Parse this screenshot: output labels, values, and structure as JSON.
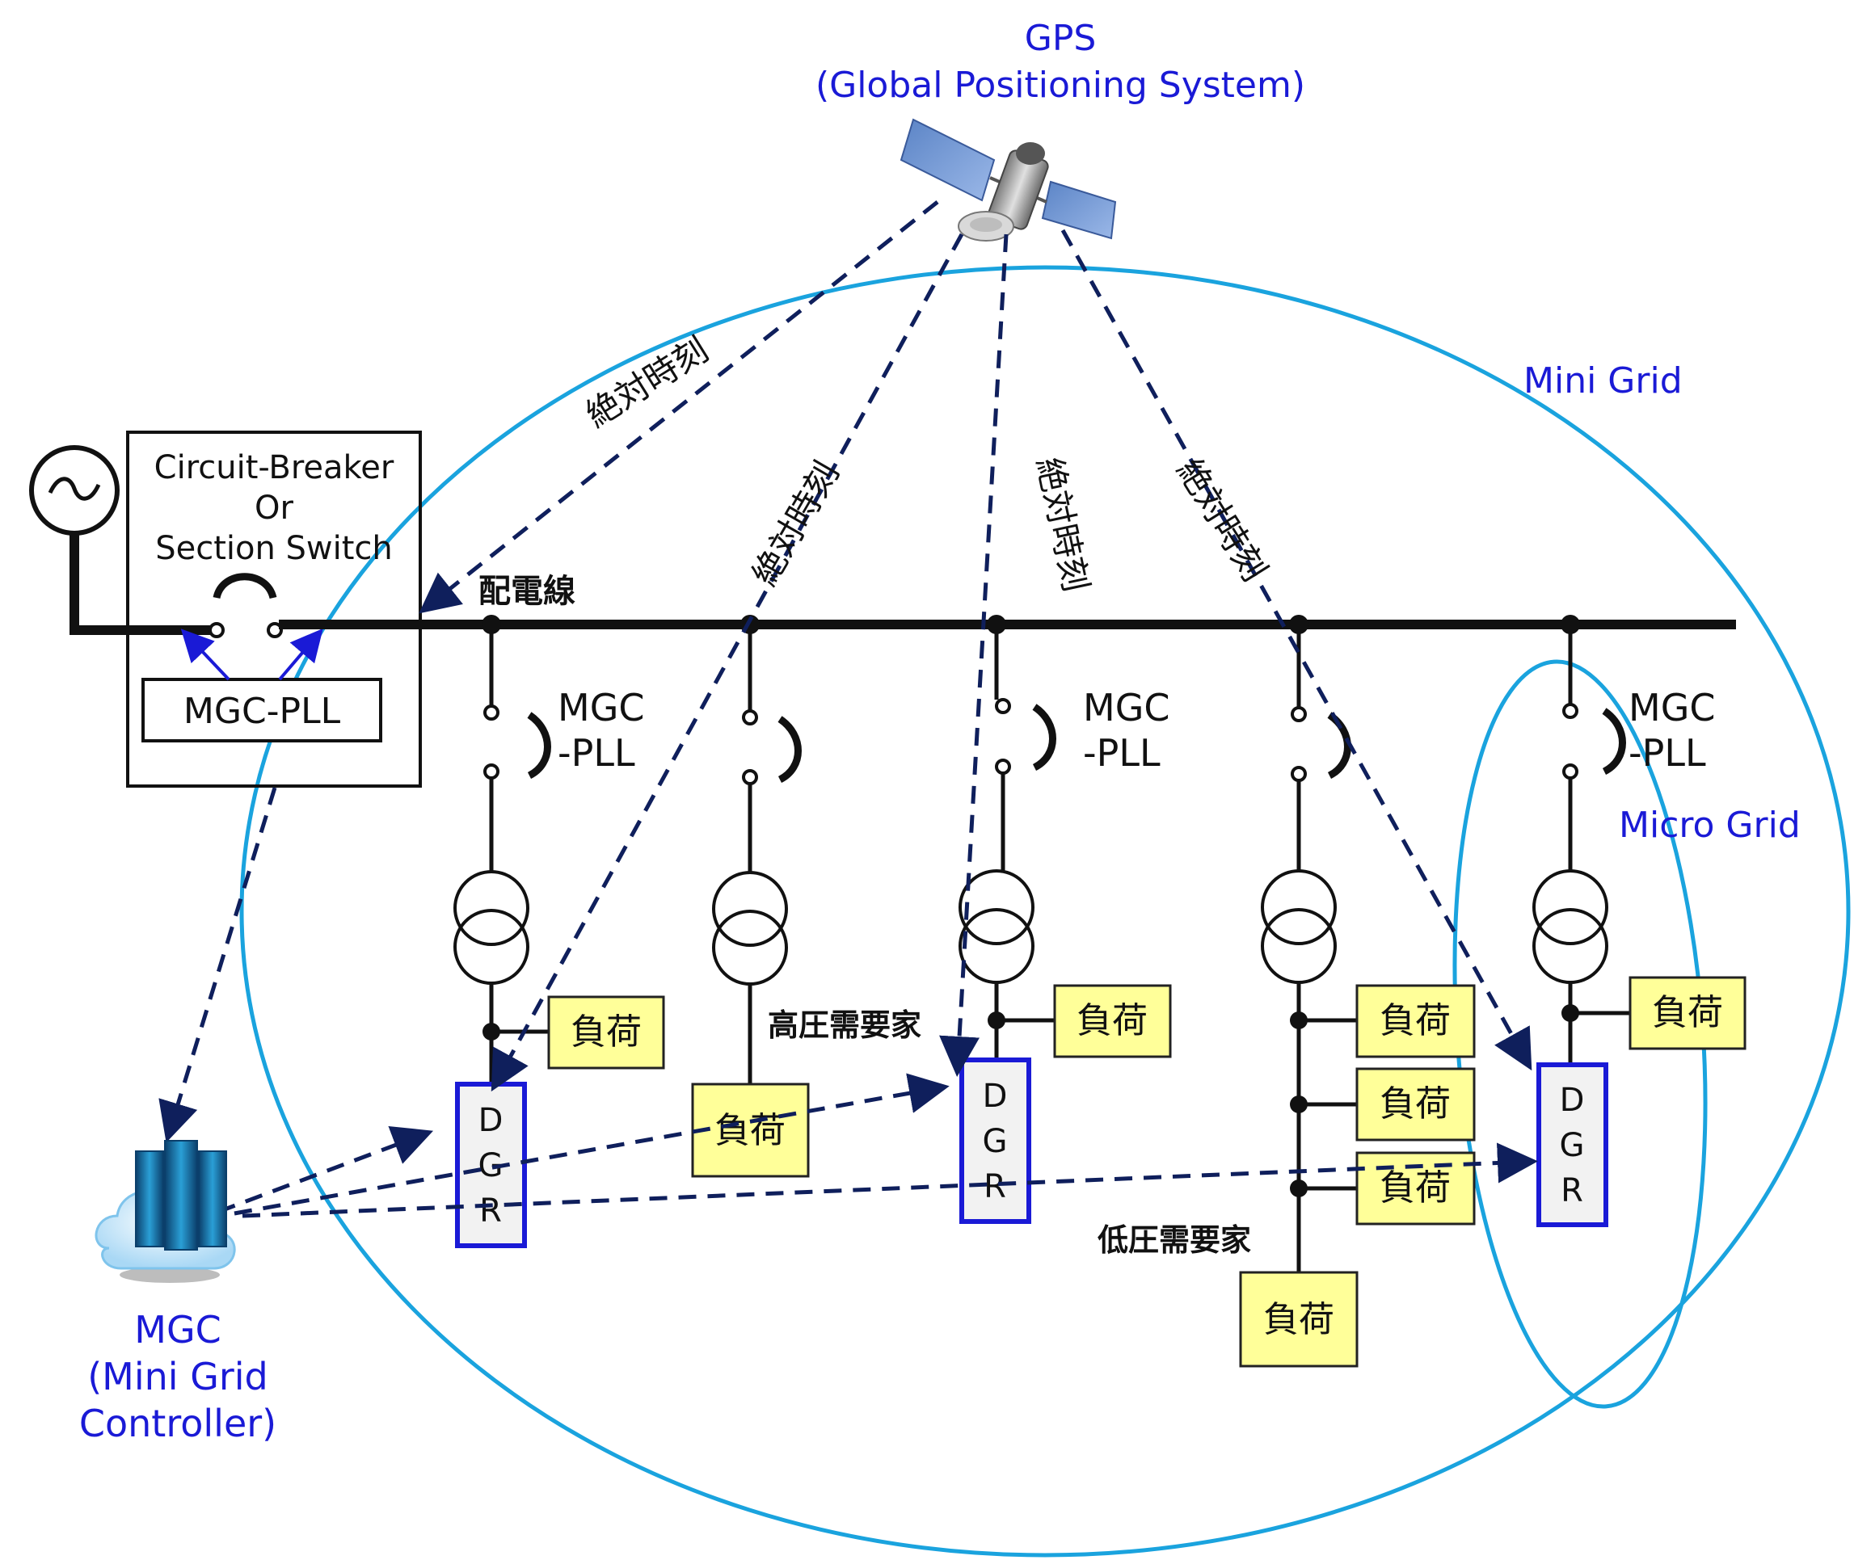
{
  "gps": {
    "title": "GPS",
    "subtitle": "(Global Positioning System)"
  },
  "mini_grid_label": "Mini Grid",
  "micro_grid_label": "Micro Grid",
  "breaker": {
    "line1": "Circuit-Breaker",
    "line2": "Or",
    "line3": "Section Switch",
    "pll": "MGC-PLL"
  },
  "distribution_line_label": "配電線",
  "absolute_time_label": "絶対時刻",
  "mgc_pll": {
    "line1": "MGC",
    "line2": "-PLL"
  },
  "load_label": "負荷",
  "dgr": {
    "d": "D",
    "g": "G",
    "r": "R"
  },
  "high_voltage_customer": "高圧需要家",
  "low_voltage_customer": "低圧需要家",
  "mgc": {
    "line1": "MGC",
    "line2": "(Mini Grid",
    "line3": "Controller)"
  },
  "colors": {
    "label_blue": "#1a1ad6",
    "ellipse_cyan": "#1aa3de",
    "load_yellow": "#ffff99",
    "arrow_navy": "#0f1f5c"
  },
  "icons": [
    "ac-source-icon",
    "satellite-icon",
    "server-cloud-icon",
    "transformer-icon"
  ]
}
